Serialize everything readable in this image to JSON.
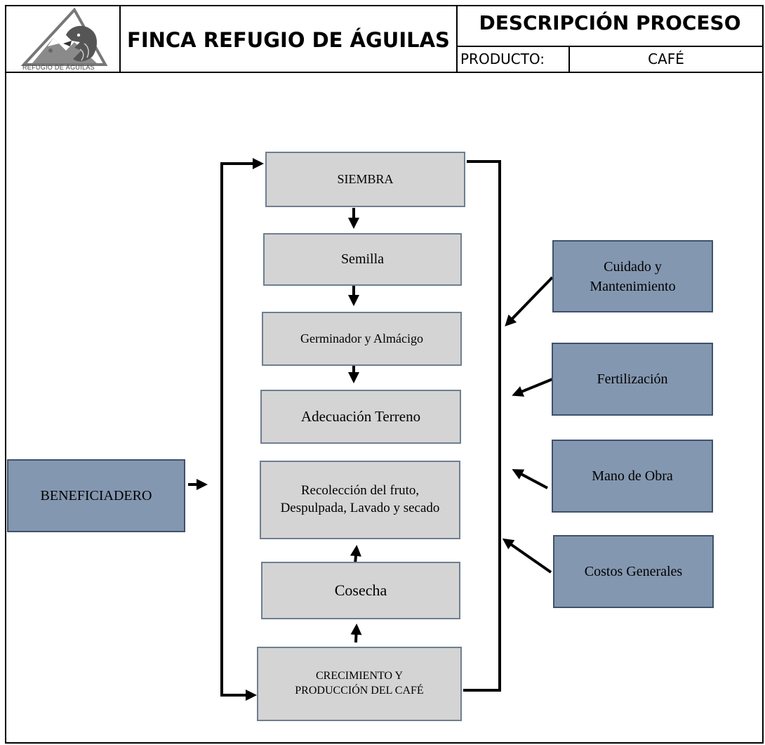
{
  "header": {
    "title": "FINCA REFUGIO DE ÁGUILAS",
    "description_title": "DESCRIPCIÓN PROCESO",
    "product_label": "PRODUCTO:",
    "product_value": "CAFÉ",
    "logo_text": "REFUGIO DE ÁGUILAS"
  },
  "process": {
    "steps": [
      "SIEMBRA",
      "Semilla",
      "Germinador y Almácigo",
      "Adecuación Terreno",
      "Recolección del fruto, Despulpada, Lavado y secado",
      "Cosecha",
      "CRECIMIENTO Y PRODUCCIÓN DEL CAFÉ"
    ]
  },
  "inputs": [
    "Cuidado y Mantenimiento",
    "Fertilización",
    "Mano de Obra",
    "Costos Generales"
  ],
  "side": {
    "beneficiadero": "BENEFICIADERO"
  }
}
